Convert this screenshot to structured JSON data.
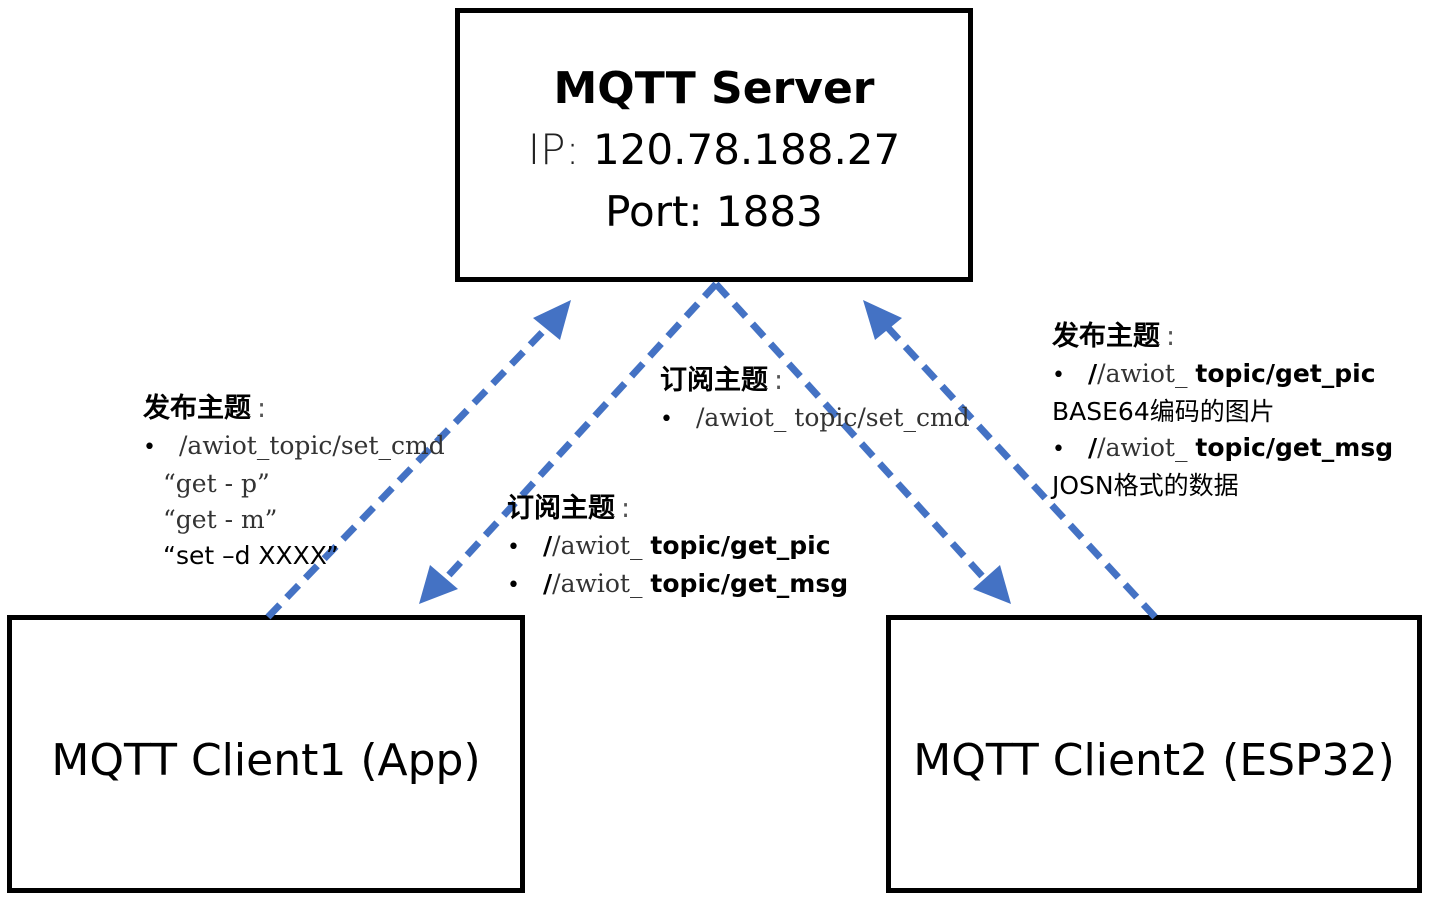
{
  "server": {
    "title": "MQTT Server",
    "ip_label": "IP:",
    "ip_value": "120.78.188.27",
    "port": "Port: 1883"
  },
  "client1": {
    "title": "MQTT Client1 (App)"
  },
  "client2": {
    "title": "MQTT Client2 (ESP32)"
  },
  "colors": {
    "arrow": "#4472c4",
    "border": "#000000"
  },
  "notes": {
    "client1_publish": {
      "header": "发布主题",
      "colon": ":",
      "topic": "/awiot_topic/set_cmd",
      "commands": [
        "“get  - p”",
        "“get  - m”",
        "“set –d XXXX”"
      ]
    },
    "server_subscribe": {
      "header": "订阅主题",
      "colon": ":",
      "topic": "/awiot_  topic/set_cmd"
    },
    "client1_subscribe": {
      "header": "订阅主题",
      "colon": ":",
      "topics": [
        {
          "prefix": "/awiot_ ",
          "suffix": "topic/get_pic"
        },
        {
          "prefix": "/awiot_ ",
          "suffix": "topic/get_msg"
        }
      ]
    },
    "client2_publish": {
      "header": "发布主题",
      "colon": ":",
      "topic1_prefix": "/awiot_ ",
      "topic1_suffix": "topic/get_pic",
      "topic1_desc": "BASE64编码的图片",
      "topic2_prefix": "/awiot_ ",
      "topic2_suffix": "topic/get_msg",
      "topic2_desc": "JOSN格式的数据"
    }
  },
  "bullet": "•"
}
